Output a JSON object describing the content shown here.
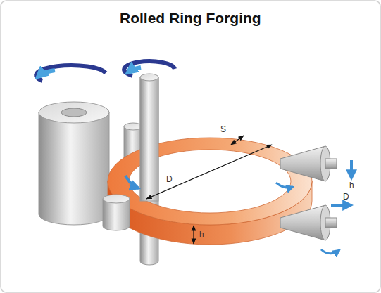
{
  "diagram": {
    "title": "Rolled Ring Forging",
    "labels": [
      "S",
      "D",
      "h",
      "D",
      "h"
    ]
  }
}
